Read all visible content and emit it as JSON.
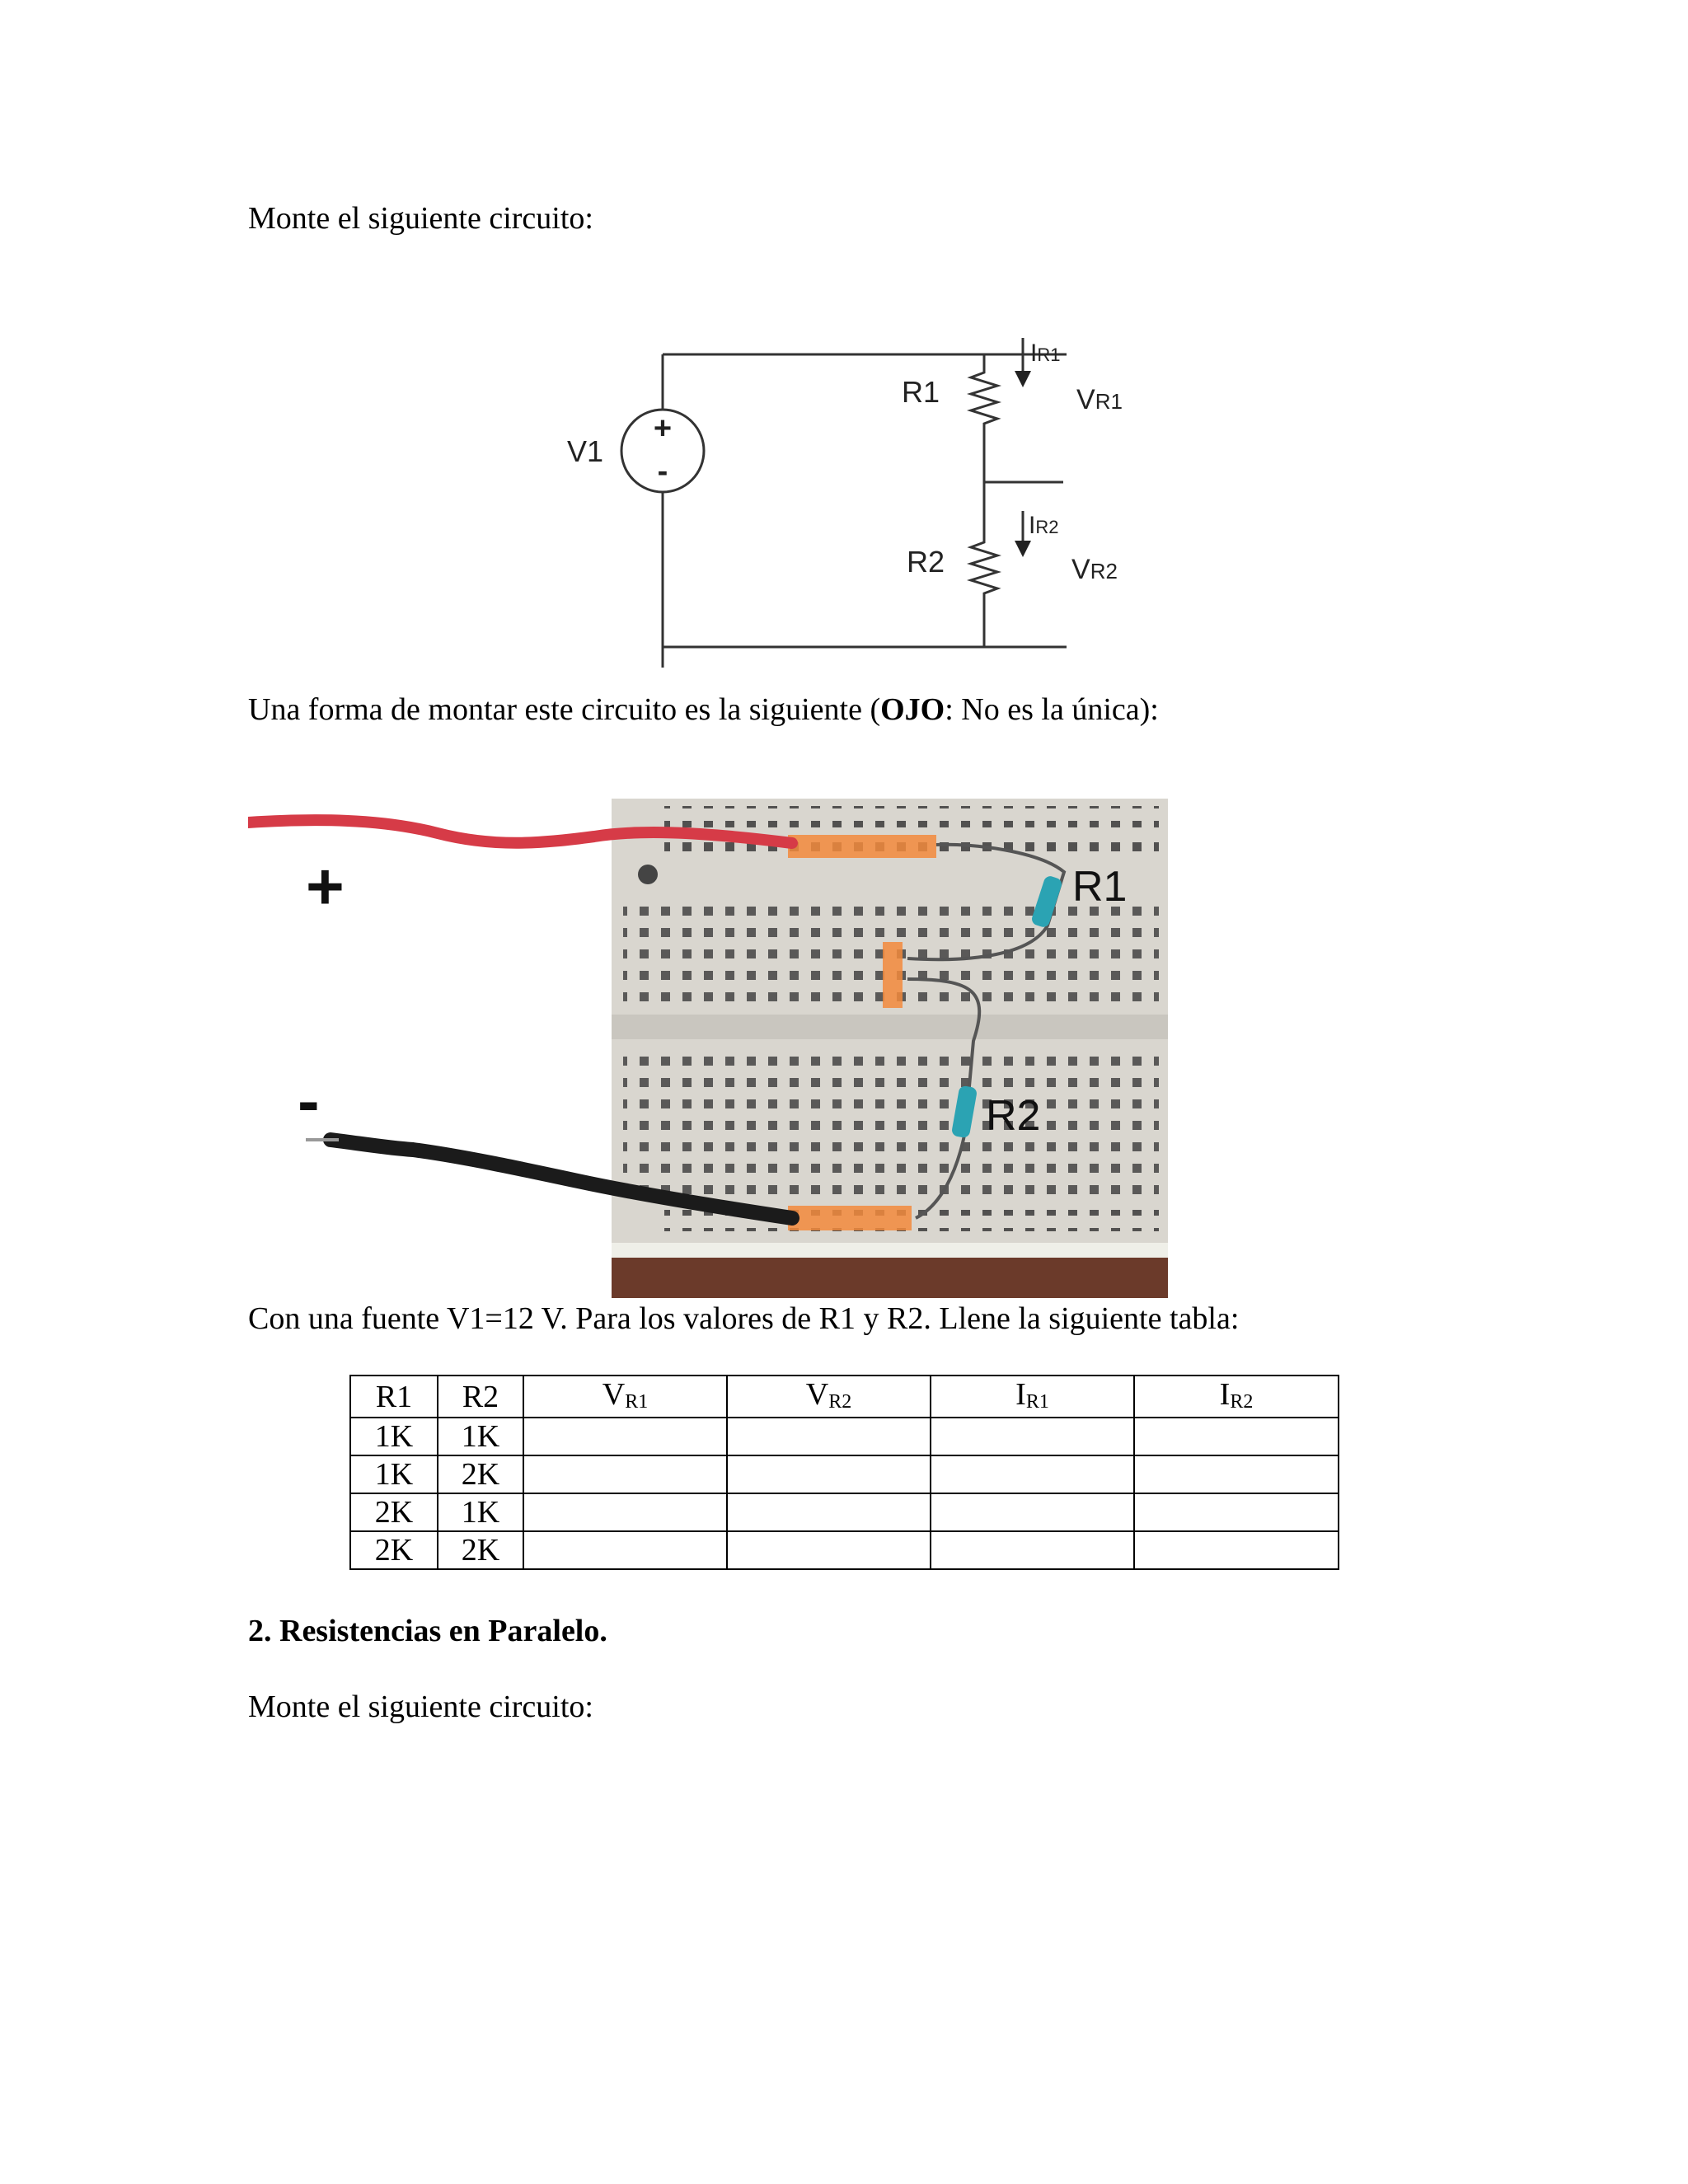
{
  "paragraphs": {
    "monte_1": "Monte el siguiente circuito:",
    "una_forma_pre": "Una forma de montar este circuito es la siguiente (",
    "una_forma_bold": "OJO",
    "una_forma_post": ": No es la única):",
    "con_una": "Con una fuente V1=12 V. Para los valores de R1 y R2. Llene la siguiente tabla:",
    "heading_paralelo": "2. Resistencias en Paralelo.",
    "monte_2": "Monte el siguiente circuito:"
  },
  "schematic": {
    "source_label": "V1",
    "plus": "+",
    "minus": "-",
    "r1_label": "R1",
    "r2_label": "R2",
    "i_r1": "I",
    "i_r1_sub": "R1",
    "i_r2": "I",
    "i_r2_sub": "R2",
    "v_r1": "V",
    "v_r1_sub": "R1",
    "v_r2": "V",
    "v_r2_sub": "R2"
  },
  "photo": {
    "plus_label": "+",
    "minus_label": "-",
    "r1_label": "R1",
    "r2_label": "R2"
  },
  "table": {
    "headers": [
      {
        "main": "R1",
        "sub": ""
      },
      {
        "main": "R2",
        "sub": ""
      },
      {
        "main": "V",
        "sub": "R1"
      },
      {
        "main": "V",
        "sub": "R2"
      },
      {
        "main": "I",
        "sub": "R1"
      },
      {
        "main": "I",
        "sub": "R2"
      }
    ],
    "rows": [
      [
        "1K",
        "1K",
        "",
        "",
        "",
        ""
      ],
      [
        "1K",
        "2K",
        "",
        "",
        "",
        ""
      ],
      [
        "2K",
        "1K",
        "",
        "",
        "",
        ""
      ],
      [
        "2K",
        "2K",
        "",
        "",
        "",
        ""
      ]
    ]
  }
}
